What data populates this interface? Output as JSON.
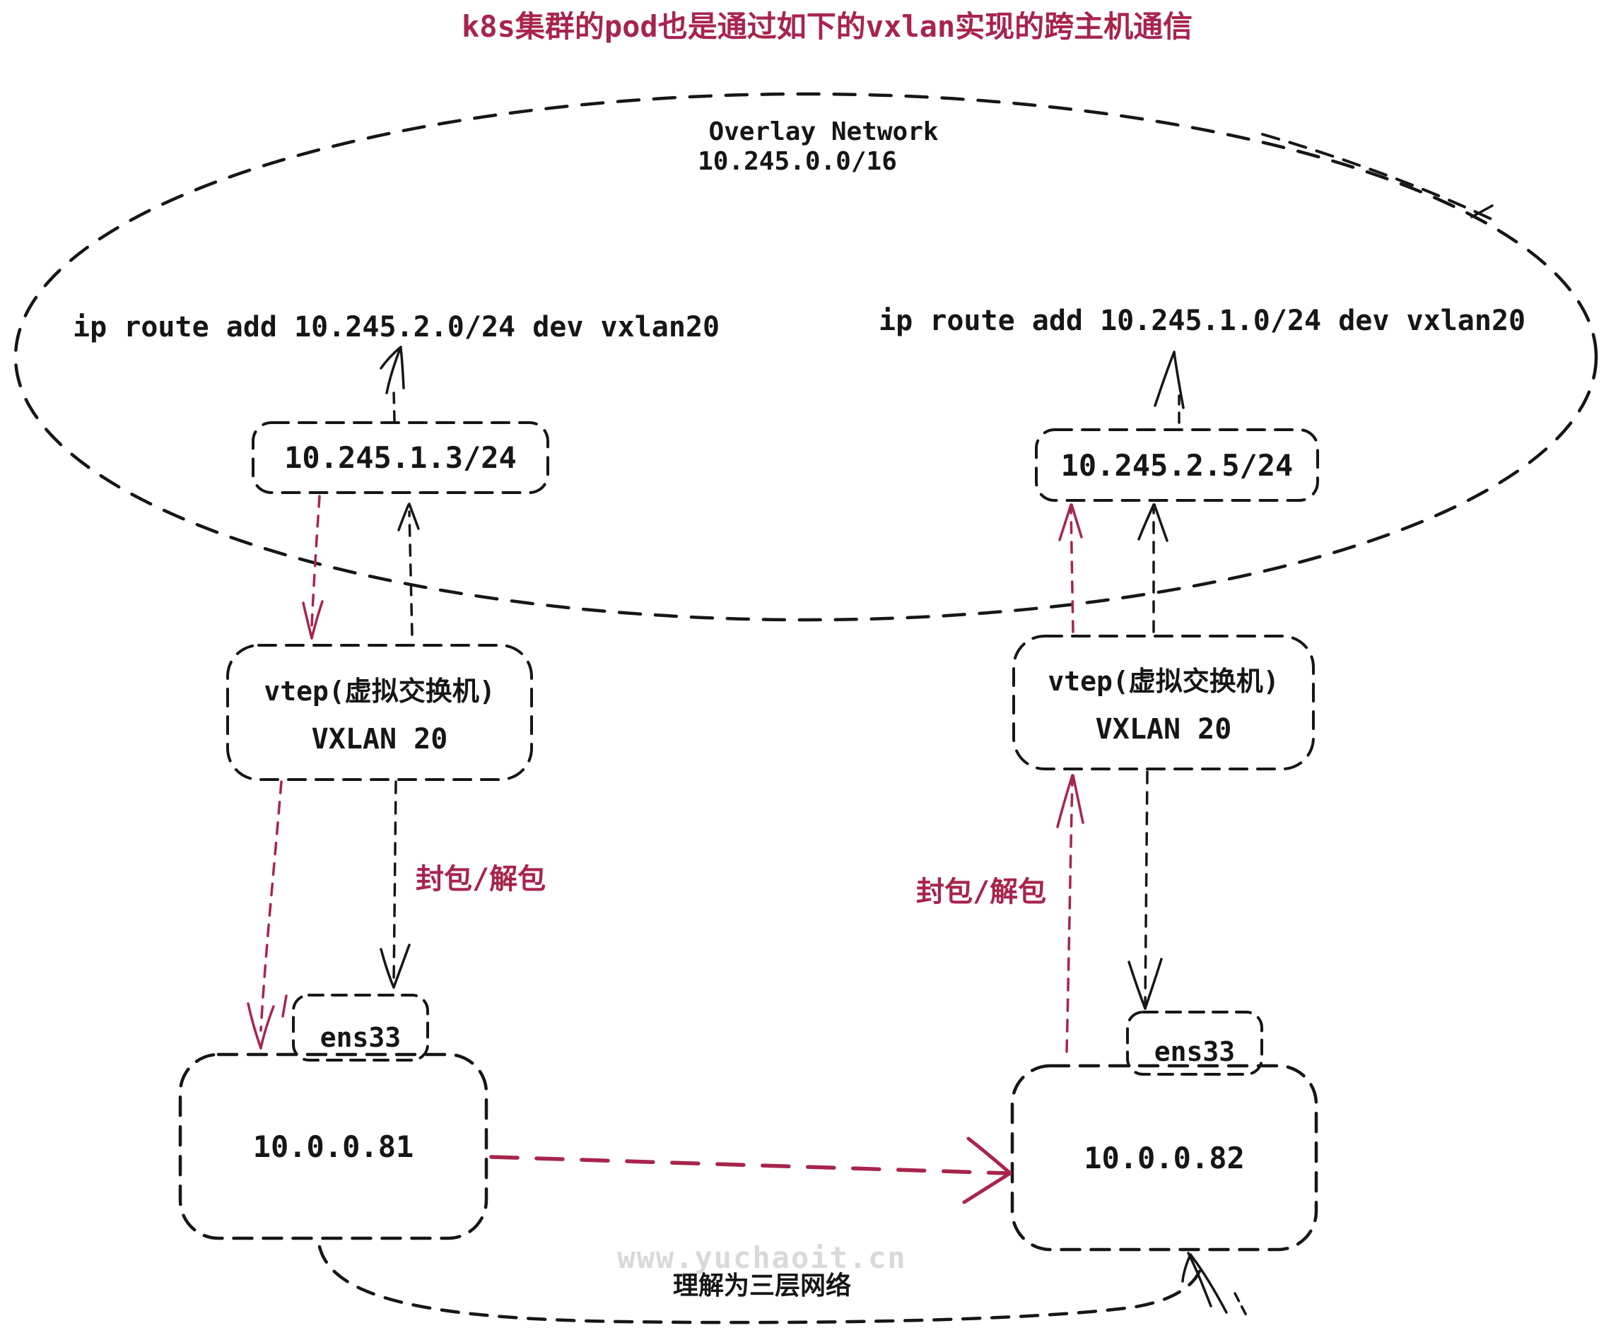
{
  "colors": {
    "accent": "#a8244c",
    "ink": "#161616",
    "watermark": "#d9d9d9"
  },
  "title": "k8s集群的pod也是通过如下的vxlan实现的跨主机通信",
  "overlay": {
    "name": "Overlay Network",
    "cidr": "10.245.0.0/16"
  },
  "routes": {
    "left": "ip route add 10.245.2.0/24 dev vxlan20",
    "right": "ip route add 10.245.1.0/24 dev vxlan20"
  },
  "pods": {
    "left_ip": "10.245.1.3/24",
    "right_ip": "10.245.2.5/24"
  },
  "vteps": {
    "left": {
      "title": "vtep(虚拟交换机)",
      "vni": "VXLAN 20"
    },
    "right": {
      "title": "vtep(虚拟交换机)",
      "vni": "VXLAN 20"
    }
  },
  "nics": {
    "left": "ens33",
    "right": "ens33"
  },
  "hosts": {
    "left_ip": "10.0.0.81",
    "right_ip": "10.0.0.82"
  },
  "labels": {
    "encap_left": "封包/解包",
    "encap_right": "封包/解包",
    "underlay": "理解为三层网络",
    "watermark": "www.yuchaoit.cn"
  }
}
